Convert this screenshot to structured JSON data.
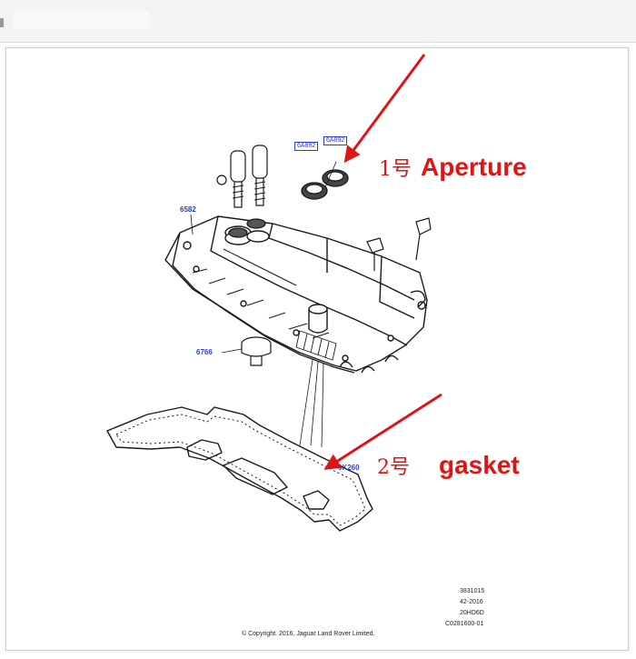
{
  "callouts": [
    {
      "number": "1号",
      "label": "Aperture"
    },
    {
      "number": "2号",
      "label": "gasket"
    }
  ],
  "part_labels": {
    "left_bracket": "6582",
    "filler_cap": "6766",
    "gasket_ref": "6K260",
    "seal_boxes": [
      "6A892",
      "6A892"
    ]
  },
  "reference_codes": [
    "3831015",
    "42-2016",
    "20HD6D",
    "C0281600-01"
  ],
  "copyright": "© Copyright. 2016. Jaguar Land Rover Limited.",
  "colors": {
    "callout_red": "#e01414",
    "label_blue": "#2a3cc8",
    "line": "#1a1a1a"
  }
}
